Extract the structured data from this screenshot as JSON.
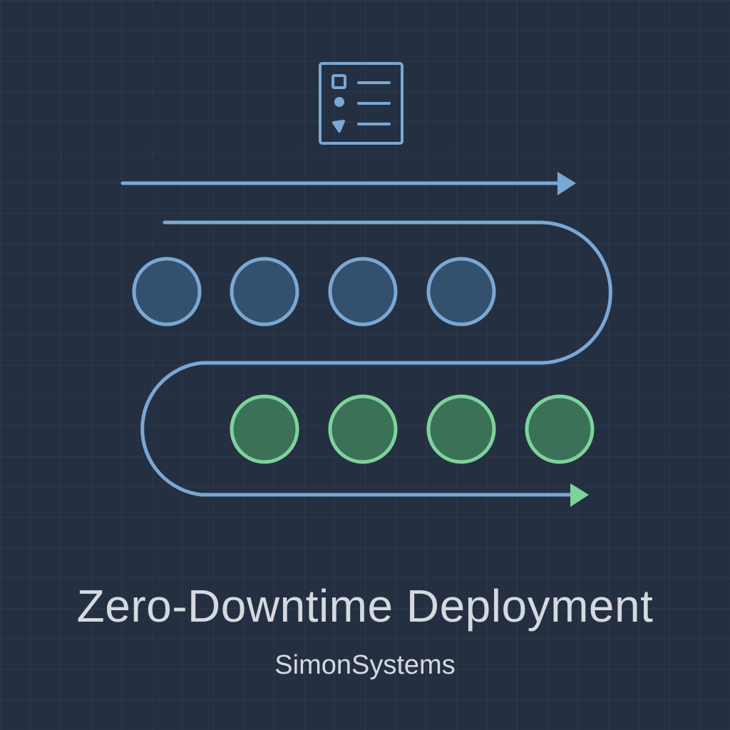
{
  "title": "Zero-Downtime Deployment",
  "subtitle": "SimonSystems",
  "colors": {
    "background": "#243042",
    "blue_stroke": "#7ba7d4",
    "blue_fill": "#34506f",
    "green_stroke": "#7ed39a",
    "green_fill": "#3b7257",
    "text": "#d6d9de"
  },
  "icons": {
    "top": "checklist-icon"
  },
  "nodes": {
    "blue_count": 4,
    "green_count": 4
  }
}
